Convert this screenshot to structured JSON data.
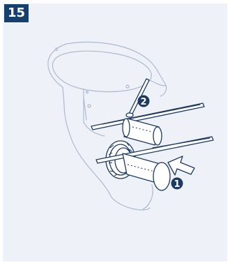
{
  "step": {
    "number": "15"
  },
  "callouts": [
    {
      "id": "1",
      "label": "1"
    },
    {
      "id": "2",
      "label": "2"
    }
  ],
  "colors": {
    "panel_bg": "#eef1f8",
    "badge_bg": "#173f6b",
    "line_dark": "#1f3a5e",
    "line_light": "#aeb9cf",
    "white": "#ffffff"
  },
  "icons": [
    "press-arrow-icon"
  ]
}
